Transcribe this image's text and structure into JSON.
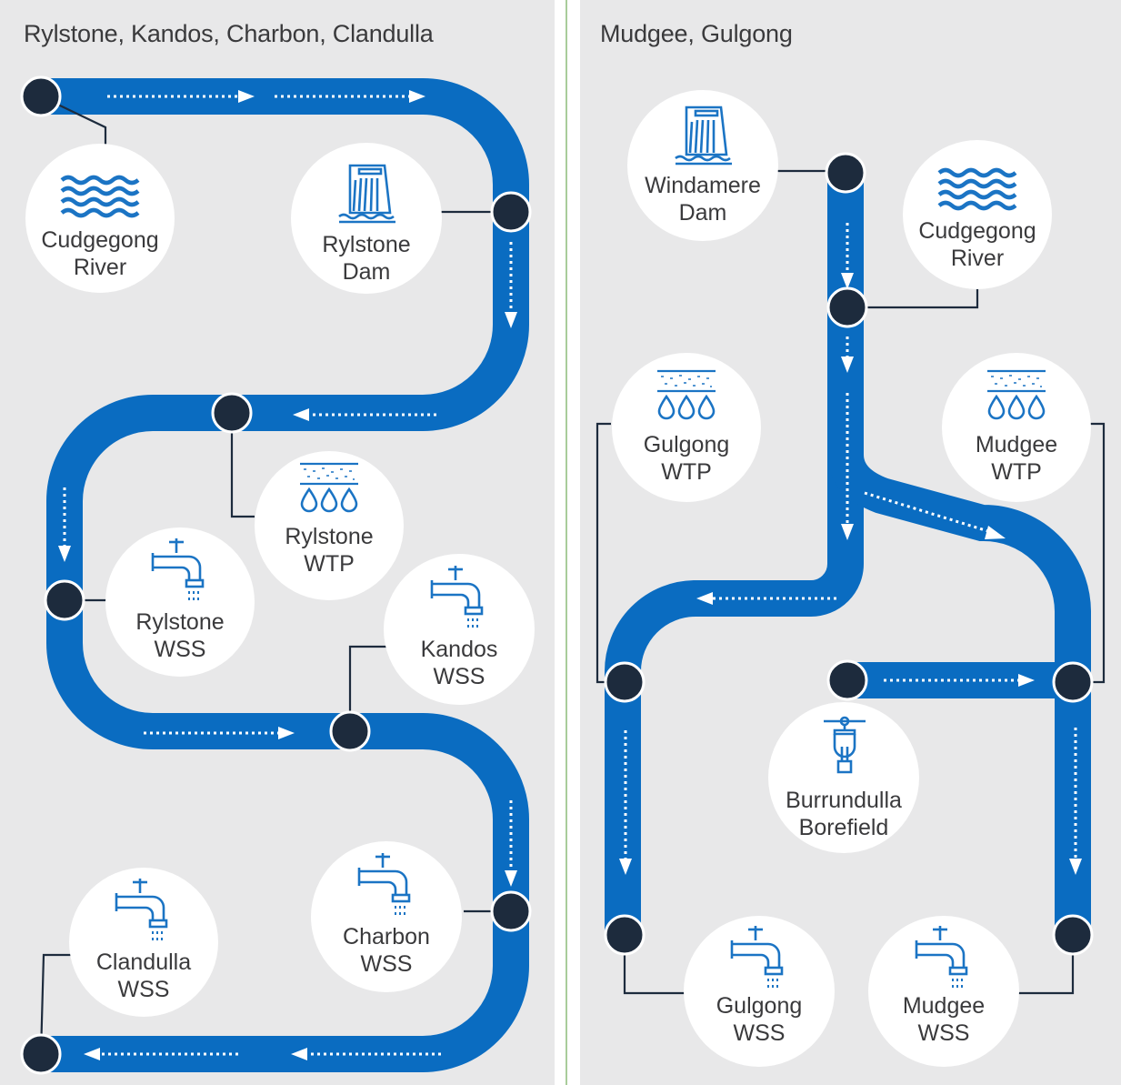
{
  "panels": [
    {
      "title": "Rylstone, Kandos, Charbon, Clandulla"
    },
    {
      "title": "Mudgee, Gulgong"
    }
  ],
  "colors": {
    "pipe": "#0a6cc1",
    "junction": "#1d2b3d",
    "panel_bg": "#e8e8e9",
    "icon": "#1b74c4",
    "divider": "#a9cc9b"
  },
  "nodes": {
    "cudgegong_river_left": {
      "line1": "Cudgegong",
      "line2": "River",
      "icon": "water-waves-icon"
    },
    "rylstone_dam": {
      "line1": "Rylstone",
      "line2": "Dam",
      "icon": "dam-icon"
    },
    "rylstone_wtp": {
      "line1": "Rylstone",
      "line2": "WTP",
      "icon": "water-treatment-icon"
    },
    "rylstone_wss": {
      "line1": "Rylstone",
      "line2": "WSS",
      "icon": "tap-icon"
    },
    "kandos_wss": {
      "line1": "Kandos",
      "line2": "WSS",
      "icon": "tap-icon"
    },
    "charbon_wss": {
      "line1": "Charbon",
      "line2": "WSS",
      "icon": "tap-icon"
    },
    "clandulla_wss": {
      "line1": "Clandulla",
      "line2": "WSS",
      "icon": "tap-icon"
    },
    "windamere_dam": {
      "line1": "Windamere",
      "line2": "Dam",
      "icon": "dam-icon"
    },
    "cudgegong_river_right": {
      "line1": "Cudgegong",
      "line2": "River",
      "icon": "water-waves-icon"
    },
    "gulgong_wtp": {
      "line1": "Gulgong",
      "line2": "WTP",
      "icon": "water-treatment-icon"
    },
    "mudgee_wtp": {
      "line1": "Mudgee",
      "line2": "WTP",
      "icon": "water-treatment-icon"
    },
    "burrundulla_borefield": {
      "line1": "Burrundulla",
      "line2": "Borefield",
      "icon": "bore-valve-icon"
    },
    "gulgong_wss": {
      "line1": "Gulgong",
      "line2": "WSS",
      "icon": "tap-icon"
    },
    "mudgee_wss": {
      "line1": "Mudgee",
      "line2": "WSS",
      "icon": "tap-icon"
    }
  }
}
